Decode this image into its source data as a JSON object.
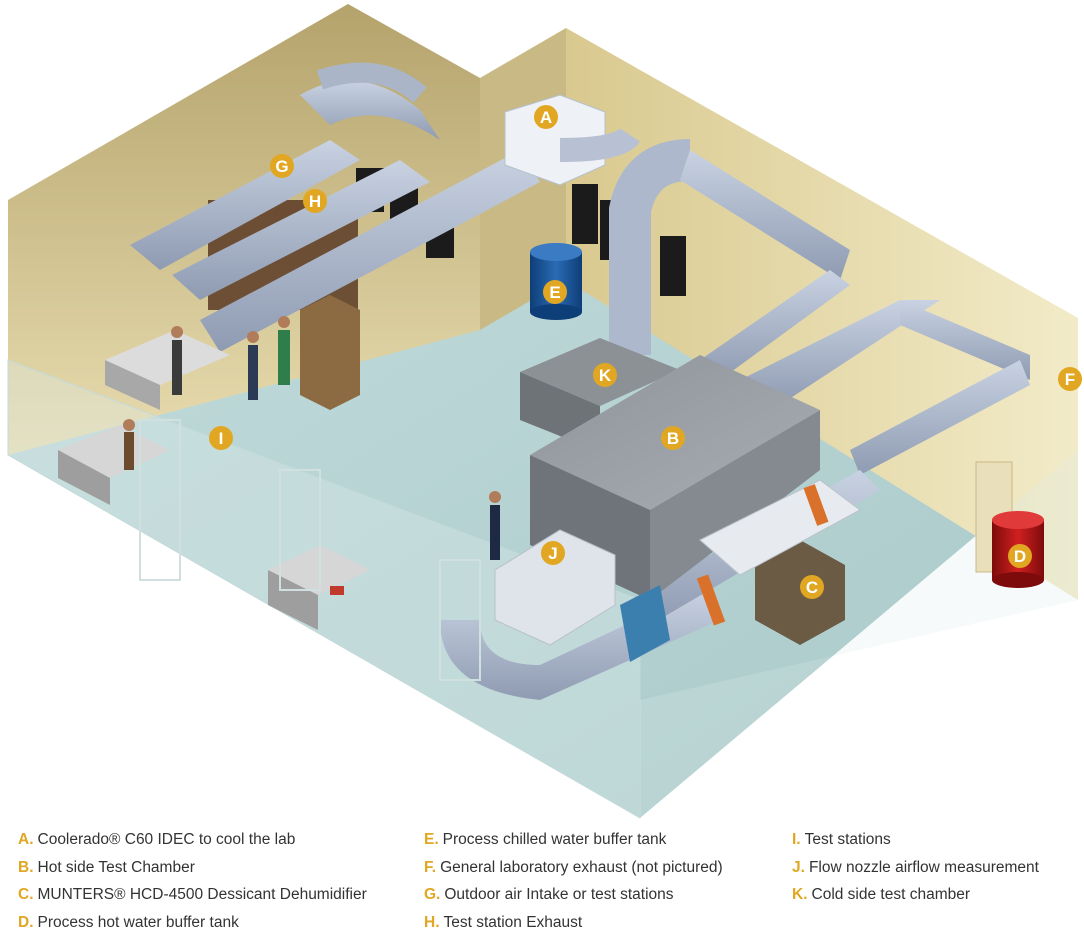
{
  "accent_color": "#e1a722",
  "markers": [
    {
      "letter": "A"
    },
    {
      "letter": "B"
    },
    {
      "letter": "C"
    },
    {
      "letter": "D"
    },
    {
      "letter": "E"
    },
    {
      "letter": "F"
    },
    {
      "letter": "G"
    },
    {
      "letter": "H"
    },
    {
      "letter": "I"
    },
    {
      "letter": "J"
    },
    {
      "letter": "K"
    }
  ],
  "legend": {
    "col1": [
      {
        "letter": "A.",
        "text": "Coolerado® C60 IDEC to cool the lab"
      },
      {
        "letter": "B.",
        "text": "Hot side Test Chamber"
      },
      {
        "letter": "C.",
        "text": "MUNTERS® HCD-4500 Dessicant Dehumidifier"
      },
      {
        "letter": "D.",
        "text": "Process hot water buffer tank"
      }
    ],
    "col2": [
      {
        "letter": "E.",
        "text": "Process chilled water buffer tank"
      },
      {
        "letter": "F.",
        "text": "General laboratory exhaust (not pictured)"
      },
      {
        "letter": "G.",
        "text": "Outdoor air Intake or test stations"
      },
      {
        "letter": "H.",
        "text": "Test station Exhaust"
      }
    ],
    "col3": [
      {
        "letter": "I.",
        "text": "Test stations"
      },
      {
        "letter": "J.",
        "text": "Flow nozzle airflow measurement"
      },
      {
        "letter": "K.",
        "text": "Cold side test chamber"
      }
    ]
  }
}
